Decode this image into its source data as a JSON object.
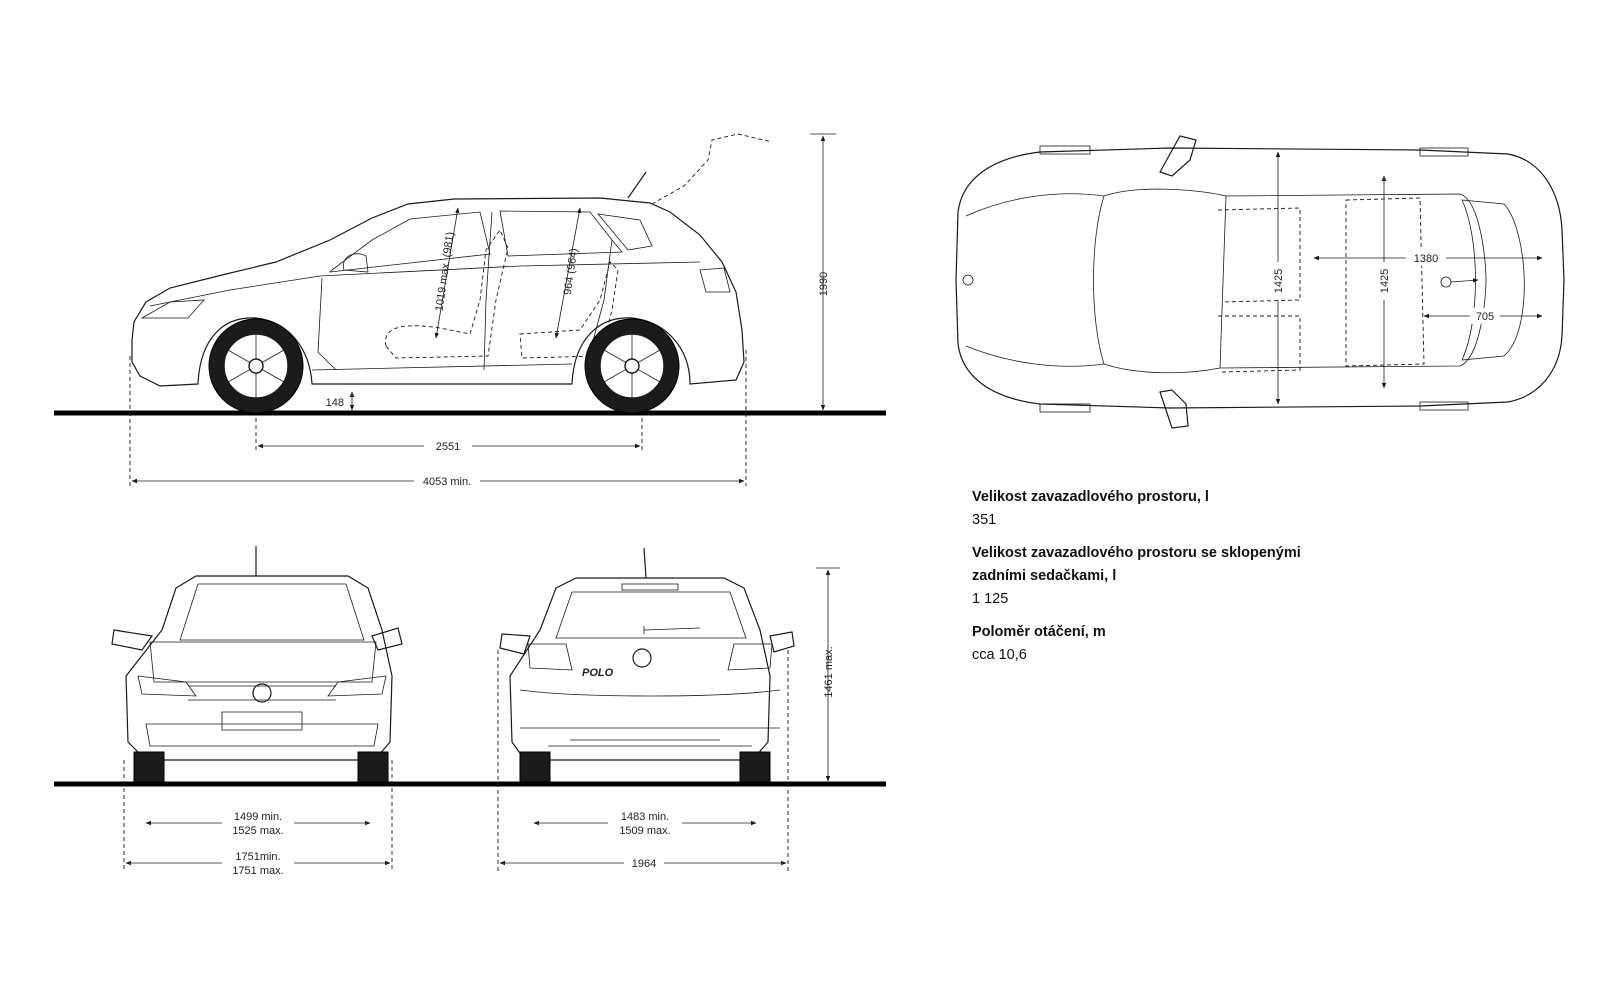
{
  "dimensions": {
    "height_side": "1990",
    "ground_clearance": "148",
    "wheelbase": "2551",
    "length": "4053 min.",
    "front_headroom": "1019 max. (981)",
    "rear_headroom": "964 (964)",
    "trunk_width": "1380",
    "interior_width_front": "1425",
    "interior_width_rear": "1425",
    "trunk_length": "705",
    "height_rear": "1461 max.",
    "front_track_min": "1499 min.",
    "front_track_max": "1525 max.",
    "body_width_min": "1751min.",
    "body_width_max": "1751 max.",
    "rear_track_min": "1483 min.",
    "rear_track_max": "1509 max.",
    "mirror_width": "1964",
    "rear_badge": "POLO"
  },
  "specs": [
    {
      "label": "Velikost zavazadlového prostoru, l",
      "value": "351"
    },
    {
      "label": "Velikost zavazadlového prostoru se sklopenými zadními sedačkami, l",
      "value": "1 125"
    },
    {
      "label": "Poloměr otáčení, m",
      "value": "cca 10,6"
    }
  ]
}
